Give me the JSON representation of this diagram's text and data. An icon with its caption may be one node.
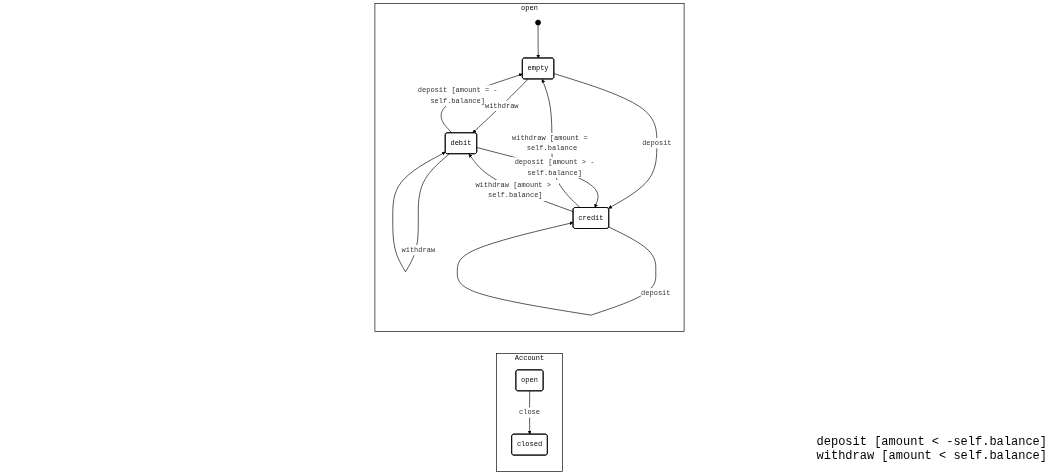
{
  "diagram": {
    "nodes": [
      {
        "text": [
          "Account"
        ]
      },
      {
        "text": [
          "open"
        ],
        "in": 0
      },
      {
        "text": [
          "closed"
        ],
        "in": 0
      },
      {
        "text": [
          "open"
        ]
      },
      {
        "text": [],
        "shape": "circle",
        "in": 3
      },
      {
        "text": [
          "empty"
        ],
        "in": 3
      },
      {
        "text": [
          "debit"
        ],
        "in": 3
      },
      {
        "text": [
          "credit"
        ],
        "in": 3
      }
    ],
    "edges": [
      {
        "from": 1,
        "to": 2,
        "arrow": "to",
        "label": "close"
      },
      {
        "from": 4,
        "to": 5,
        "arrow": "to"
      },
      {
        "from": 6,
        "to": 5,
        "arrow": "to",
        "label": "deposit [amount = -self.balance]"
      },
      {
        "from": 5,
        "to": 6,
        "arrow": "to",
        "label": "withdraw"
      },
      {
        "from": 5,
        "to": 7,
        "arrow": "to",
        "label": "deposit"
      },
      {
        "from": 7,
        "to": 5,
        "arrow": "to",
        "label": "withdraw [amount = self.balance"
      },
      {
        "from": 6,
        "to": 7,
        "arrow": "to",
        "label": "deposit [amount > -self.balance]"
      },
      {
        "from": 7,
        "to": 6,
        "arrow": "to",
        "label": "withdraw [amount > self.balance]"
      },
      {
        "from": 6,
        "to": 6,
        "arrow": "to",
        "label": "withdraw"
      },
      {
        "from": 7,
        "to": 7,
        "arrow": "to",
        "label": "deposit"
      }
    ],
    "labels": [
      "deposit [amount < -self.balance]",
      "withdraw [amount < self.balance]"
    ]
  }
}
